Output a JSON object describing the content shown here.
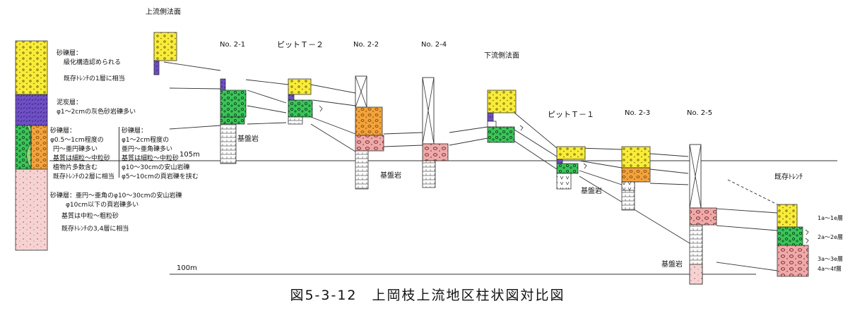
{
  "caption": "図5-3-12　上岡枝上流地区柱状図対比図",
  "legend": {
    "gravel_yellow": [
      "砂礫層：",
      "級化構造認められる",
      "既存ﾄﾚﾝﾁの1層に相当"
    ],
    "peat": [
      "泥炭層：",
      "φ1～2cmの灰色砂岩礫多い"
    ],
    "gravel_green_left": [
      "砂礫層：",
      "φ0.5～1cm程度の",
      "円～亜円礫多い",
      "基質は細粒～中粒砂",
      "植物片多数含む",
      "既存ﾄﾚﾝﾁの2層に相当"
    ],
    "gravel_green_right": [
      "砂礫層：",
      "φ1～2cm程度の",
      "亜円～亜角礫多い",
      "基質は細粒～中粒砂",
      "φ10～30cmの安山岩礫",
      "φ5～10cmの頁岩礫を挟む"
    ],
    "gravel_pink": [
      "砂礫層：亜円～亜角のφ10～30cmの安山岩礫",
      "φ10cm以下の頁岩礫多い",
      "基質は中粒～粗粒砂",
      "既存ﾄﾚﾝﾁの3,4層に相当"
    ]
  },
  "columns": {
    "upstream_slope": "上流側法面",
    "no2_1": "No. 2-1",
    "pit_t2": "ピットＴ－２",
    "no2_2": "No. 2-2",
    "no2_4": "No. 2-4",
    "downstream_slope": "下流側法面",
    "pit_t1": "ピットＴ－１",
    "no2_3": "No. 2-3",
    "no2_5": "No. 2-5",
    "existing_trench": "既存ﾄﾚﾝﾁ"
  },
  "bedrock_label": "基盤岩",
  "elevations": {
    "e105": "105m",
    "e100": "100m"
  },
  "trench_layers": [
    "1a～1e層",
    "2a～2e層",
    "3a～3e層",
    "4a～4f層"
  ],
  "colors": {
    "gravel_yellow": "#f8ec3a",
    "peat": "#6e4fc4",
    "gravel_green": "#3cc45a",
    "gravel_green_light": "#8fd96a",
    "gravel_orange": "#f2a33c",
    "gravel_pink": "#eeaaaa",
    "gravel_pink_light": "#f6d3d3",
    "bedrock": "#ffffff"
  }
}
